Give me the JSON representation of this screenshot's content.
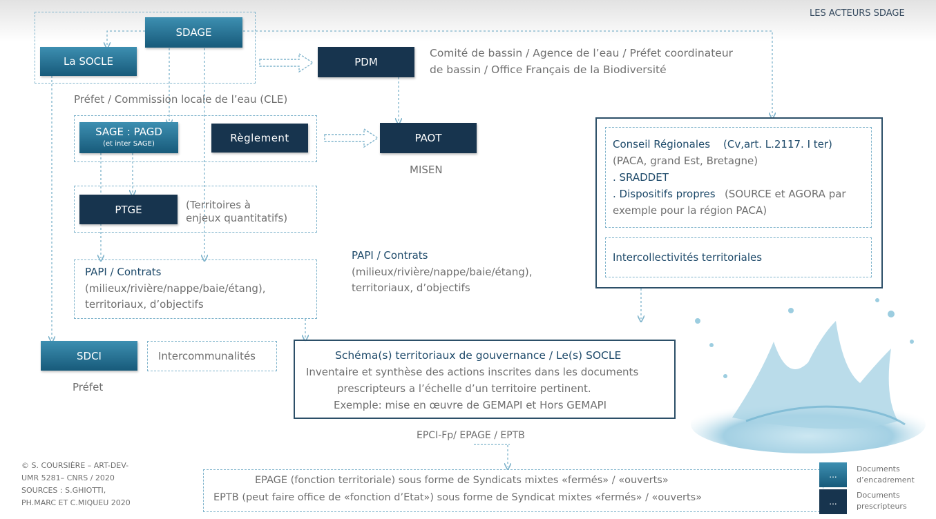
{
  "header": {
    "title": "LES ACTEURS SDAGE"
  },
  "boxes": {
    "sdage": "SDAGE",
    "socle": "La SOCLE",
    "pdm": "PDM",
    "sage_line1": "SAGE : PAGD",
    "sage_line2": "(et inter SAGE)",
    "reglement": "Règlement",
    "paot": "PAOT",
    "ptge": "PTGE",
    "sdci": "SDCI"
  },
  "labels": {
    "comite_line1": "Comité de bassin / Agence de l’eau / Préfet coordinateur",
    "comite_line2": "de bassin / Office Français de la Biodiversité",
    "prefet_cle": "Préfet / Commission locale de l’eau (CLE)",
    "misen": "MISEN",
    "ptge_note_line1": "(Territoires à",
    "ptge_note_line2": "enjeux quantitatifs)",
    "papi_left_title": "PAPI / Contrats",
    "papi_left_line2": "(milieux/rivière/nappe/baie/étang),",
    "papi_left_line3": "territoriaux, d’objectifs",
    "papi_mid_title": "PAPI / Contrats",
    "papi_mid_line2": "(milieux/rivière/nappe/baie/étang),",
    "papi_mid_line3": "territoriaux, d’objectifs",
    "intercommunalites": "Intercommunalités",
    "prefet": "Préfet",
    "epci": "EPCI-Fp/ EPAGE / EPTB"
  },
  "regional": {
    "line1a": "Conseil Régionales",
    "line1b": "(Cv,art. L.2117. I ter)",
    "line2": "(PACA, grand Est, Bretagne)",
    "line3": ". SRADDET",
    "line4a": ". Dispositifs propres",
    "line4b": "(SOURCE et AGORA par",
    "line5": "exemple pour la région PACA)",
    "intercollectivites": "Intercollectivités territoriales"
  },
  "schema": {
    "title": "Schéma(s) territoriaux de gouvernance / Le(s) SOCLE",
    "line2": "Inventaire et synthèse des actions inscrites dans les documents",
    "line3": "prescripteurs a l’échelle d’un territoire pertinent.",
    "line4": "Exemple: mise en œuvre de GEMAPI et Hors GEMAPI"
  },
  "bottom": {
    "line1": "EPAGE (fonction territoriale) sous forme de Syndicats mixtes «fermés» / «ouverts»",
    "line2": "EPTB (peut faire office de «fonction d’Etat») sous forme de Syndicat mixtes «fermés» / «ouverts»"
  },
  "credits": {
    "line1": "© S. COURSIÈRE – ART-DEV-",
    "line2": "UMR 5281– CNRS / 2020",
    "line3": "SOURCES : S.GHIOTTI,",
    "line4": "PH.MARC ET C.MIQUEU 2020"
  },
  "legend": {
    "box_glyph": "...",
    "encadrement_line1": "Documents",
    "encadrement_line2": "d’encadrement",
    "prescripteurs_line1": "Documents",
    "prescripteurs_line2": "prescripteurs"
  },
  "colors": {
    "light_box": "#2a7aa0",
    "dark_box": "#17344e",
    "dashed_border": "#7eb3cb",
    "text_blue": "#1e4a6a"
  }
}
